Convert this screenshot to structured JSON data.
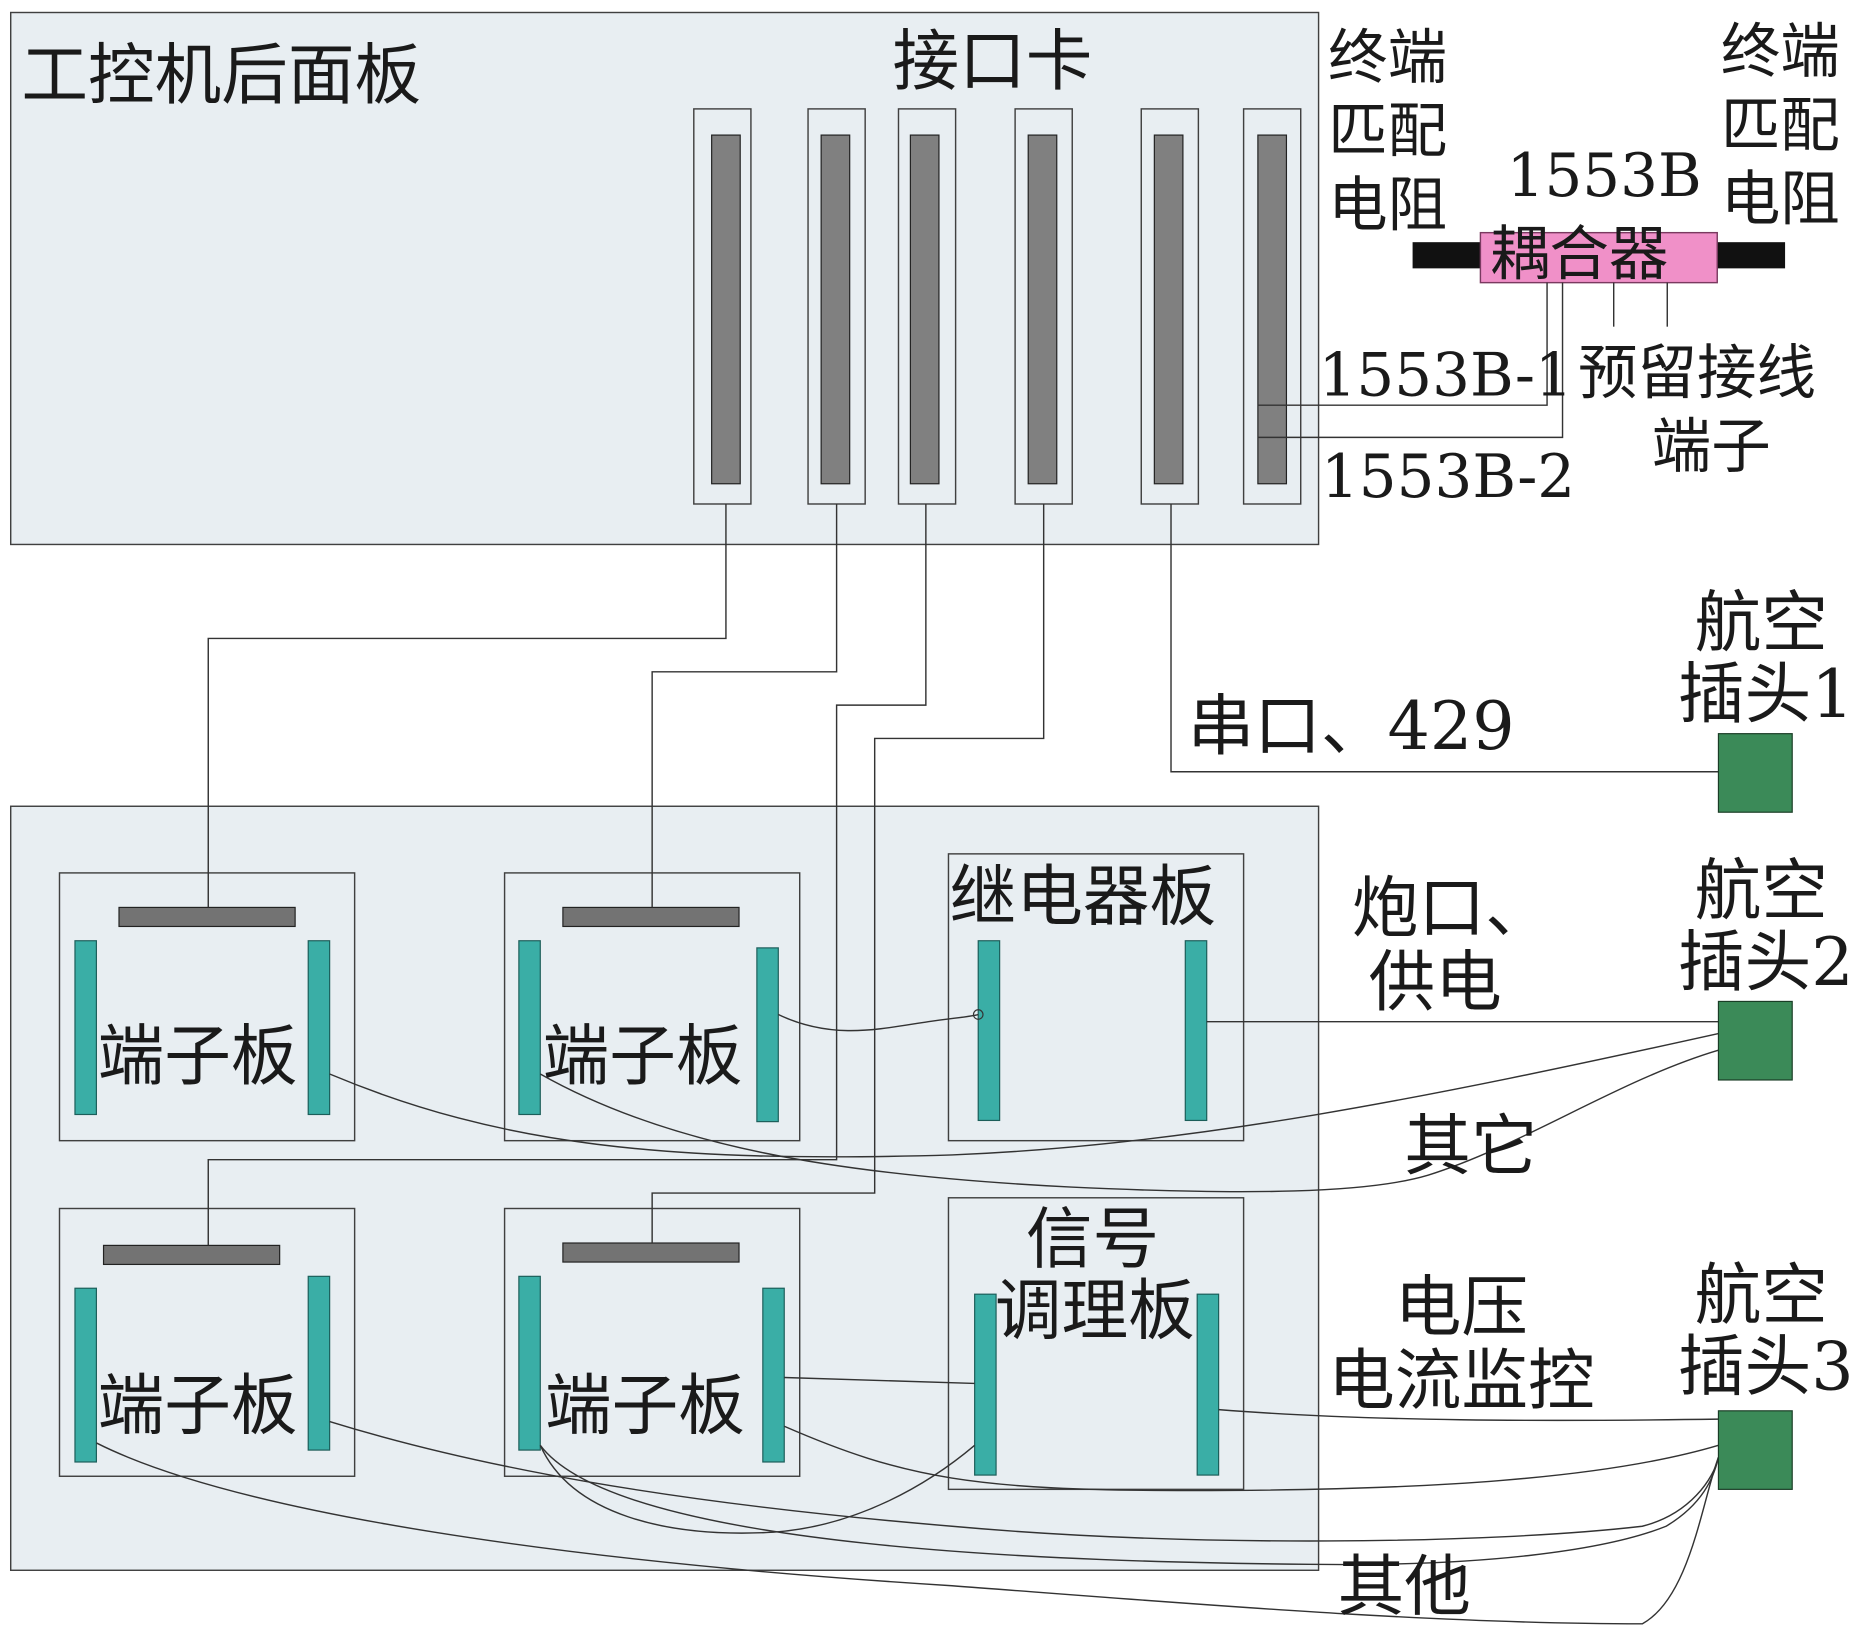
{
  "ipc_panel": {
    "title": "工控机后面板",
    "interface_cards_label": "接口卡"
  },
  "bus": {
    "terminator_left": [
      "终端",
      "匹配",
      "电阻"
    ],
    "terminator_right": [
      "终端",
      "匹配",
      "电阻"
    ],
    "coupler": [
      "1553B",
      "耦合器"
    ],
    "reserved_terminal": [
      "预留接线",
      "端子"
    ],
    "line1": "1553B-1",
    "line2": "1553B-2"
  },
  "signals": {
    "serial": "串口、429",
    "gun_power": [
      "炮口、",
      "供电"
    ],
    "other_top": "其它",
    "voltage_current": [
      "电压",
      "电流监控"
    ],
    "other_bottom": "其他"
  },
  "connectors": [
    {
      "label": [
        "航空",
        "插头1"
      ]
    },
    {
      "label": [
        "航空",
        "插头2"
      ]
    },
    {
      "label": [
        "航空",
        "插头3"
      ]
    }
  ],
  "boards": {
    "terminal": [
      "端子板",
      "端子板",
      "端子板",
      "端子板"
    ],
    "relay": "继电器板",
    "signal_conditioning": [
      "信号",
      "调理板"
    ]
  },
  "colors": {
    "panel_fill": "#e8eef2",
    "slot": "#808080",
    "teal_bar": "#3aaea6",
    "coupler": "#f090c8",
    "connector": "#3b8a58"
  }
}
